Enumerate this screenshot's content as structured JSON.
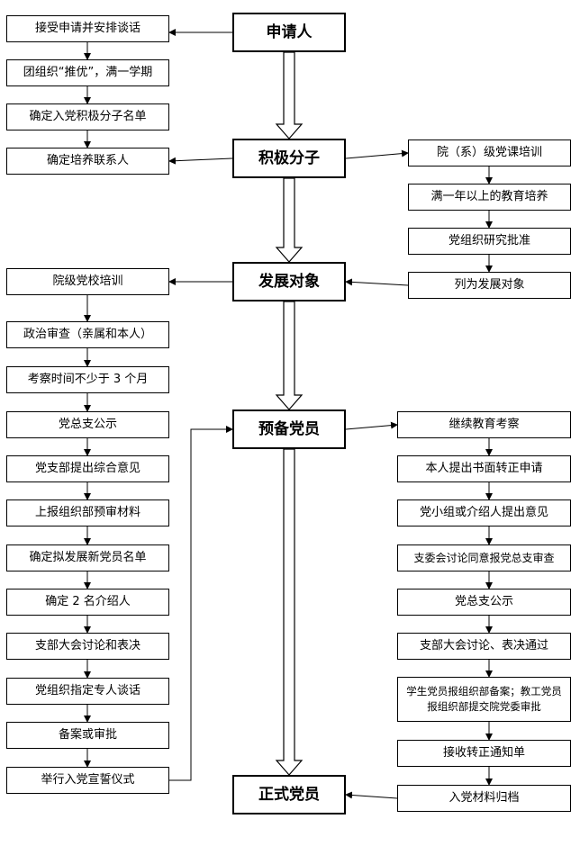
{
  "stages": {
    "s1": "申请人",
    "s2": "积极分子",
    "s3": "发展对象",
    "s4": "预备党员",
    "s5": "正式党员"
  },
  "left_top": [
    "接受申请并安排谈话",
    "团组织“推优”，满一学期",
    "确定入党积极分子名单",
    "确定培养联系人"
  ],
  "right_top": [
    "院（系）级党课培训",
    "满一年以上的教育培养",
    "党组织研究批准",
    "列为发展对象"
  ],
  "left_bottom": [
    "院级党校培训",
    "政治审查（亲属和本人）",
    "考察时间不少于 3 个月",
    "党总支公示",
    "党支部提出综合意见",
    "上报组织部预审材料",
    "确定拟发展新党员名单",
    "确定 2 名介绍人",
    "支部大会讨论和表决",
    "党组织指定专人谈话",
    "备案或审批",
    "举行入党宣誓仪式"
  ],
  "right_bottom": [
    "继续教育考察",
    "本人提出书面转正申请",
    "党小组或介绍人提出意见",
    "支委会讨论同意报党总支审查",
    "党总支公示",
    "支部大会讨论、表决通过",
    "学生党员报组织部备案；教工党员报组织部提交院党委审批",
    "接收转正通知单",
    "入党材料归档"
  ]
}
